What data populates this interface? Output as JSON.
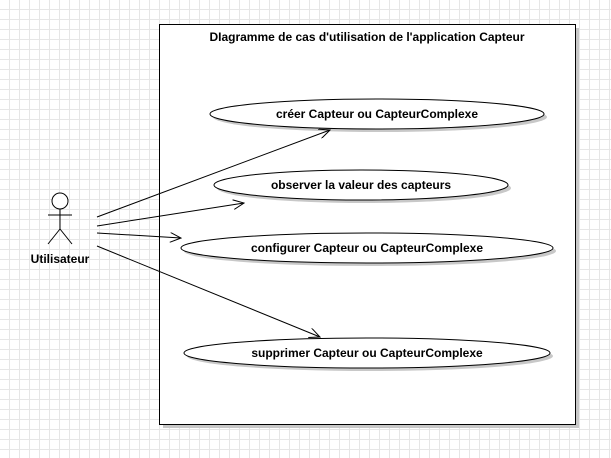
{
  "system": {
    "title": "DIagramme de cas d'utilisation de l'application Capteur"
  },
  "actor": {
    "name": "Utilisateur"
  },
  "use_cases": [
    {
      "label": "créer Capteur ou CapteurComplexe"
    },
    {
      "label": "observer la valeur des capteurs"
    },
    {
      "label": "configurer Capteur ou CapteurComplexe"
    },
    {
      "label": "supprimer Capteur ou CapteurComplexe"
    }
  ],
  "colors": {
    "grid": "#e6e6e6",
    "shadow": "#c8c8c8",
    "stroke": "#000000",
    "fill": "#ffffff"
  }
}
